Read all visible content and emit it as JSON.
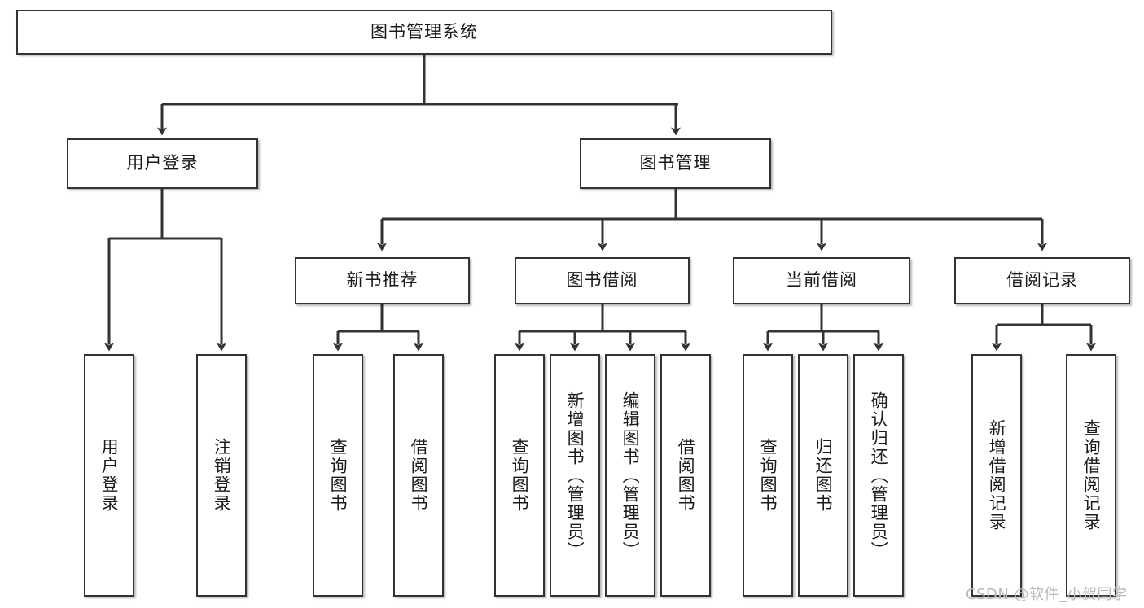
{
  "diagram": {
    "type": "tree",
    "title": "图书管理系统",
    "root": {
      "id": "root",
      "label": "图书管理系统",
      "orientation": "horizontal"
    },
    "level2": [
      {
        "id": "user-login",
        "label": "用户登录",
        "orientation": "horizontal"
      },
      {
        "id": "book-manage",
        "label": "图书管理",
        "orientation": "horizontal"
      }
    ],
    "level3": [
      {
        "id": "new-book-recommend",
        "label": "新书推荐",
        "orientation": "horizontal",
        "parent": "book-manage"
      },
      {
        "id": "book-borrow",
        "label": "图书借阅",
        "orientation": "horizontal",
        "parent": "book-manage"
      },
      {
        "id": "current-borrow",
        "label": "当前借阅",
        "orientation": "horizontal",
        "parent": "book-manage"
      },
      {
        "id": "borrow-record",
        "label": "借阅记录",
        "orientation": "horizontal",
        "parent": "book-manage"
      }
    ],
    "leaves": [
      {
        "id": "leaf-user-login",
        "label": "用户登录",
        "parent": "user-login"
      },
      {
        "id": "leaf-user-logout",
        "label": "注销登录",
        "parent": "user-login"
      },
      {
        "id": "leaf-recommend-query-book",
        "label": "查询图书",
        "parent": "new-book-recommend"
      },
      {
        "id": "leaf-recommend-borrow-book",
        "label": "借阅图书",
        "parent": "new-book-recommend"
      },
      {
        "id": "leaf-borrow-query-book",
        "label": "查询图书",
        "parent": "book-borrow"
      },
      {
        "id": "leaf-borrow-add-book",
        "label": "新增图书（管理员）",
        "parent": "book-borrow"
      },
      {
        "id": "leaf-borrow-edit-book",
        "label": "编辑图书（管理员）",
        "parent": "book-borrow"
      },
      {
        "id": "leaf-borrow-borrow-book",
        "label": "借阅图书",
        "parent": "book-borrow"
      },
      {
        "id": "leaf-current-query-book",
        "label": "查询图书",
        "parent": "current-borrow"
      },
      {
        "id": "leaf-current-return-book",
        "label": "归还图书",
        "parent": "current-borrow"
      },
      {
        "id": "leaf-current-confirm-return",
        "label": "确认归还（管理员）",
        "parent": "current-borrow"
      },
      {
        "id": "leaf-record-add",
        "label": "新增借阅记录",
        "parent": "borrow-record"
      },
      {
        "id": "leaf-record-query",
        "label": "查询借阅记录",
        "parent": "borrow-record"
      }
    ]
  },
  "watermark": {
    "text": "CSDN @软件_小贺同学"
  },
  "colors": {
    "border": "#333333",
    "background": "#ffffff",
    "text": "#1b1b1b",
    "connector": "#333333",
    "watermark": "#b9b9b9"
  }
}
